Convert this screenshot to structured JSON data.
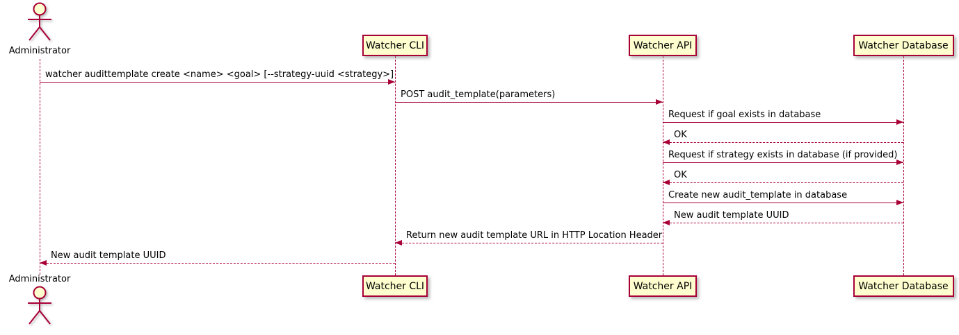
{
  "diagram": {
    "type": "uml-sequence-diagram",
    "colors": {
      "participant_fill": "#FEFECE",
      "stroke": "#A80036",
      "text": "#000000",
      "background": "#FFFFFF"
    },
    "participants": [
      {
        "id": "admin",
        "label": "Administrator",
        "kind": "actor"
      },
      {
        "id": "cli",
        "label": "Watcher CLI",
        "kind": "box"
      },
      {
        "id": "api",
        "label": "Watcher API",
        "kind": "box"
      },
      {
        "id": "db",
        "label": "Watcher Database",
        "kind": "box"
      }
    ],
    "messages": [
      {
        "from": "admin",
        "to": "cli",
        "style": "solid",
        "text": "watcher audittemplate create <name> <goal> [--strategy-uuid <strategy>]"
      },
      {
        "from": "cli",
        "to": "api",
        "style": "solid",
        "text": "POST audit_template(parameters)"
      },
      {
        "from": "api",
        "to": "db",
        "style": "solid",
        "text": "Request if goal exists in database"
      },
      {
        "from": "db",
        "to": "api",
        "style": "dashed",
        "text": "OK"
      },
      {
        "from": "api",
        "to": "db",
        "style": "solid",
        "text": "Request if strategy exists in database (if provided)"
      },
      {
        "from": "db",
        "to": "api",
        "style": "dashed",
        "text": "OK"
      },
      {
        "from": "api",
        "to": "db",
        "style": "solid",
        "text": "Create new audit_template in database"
      },
      {
        "from": "db",
        "to": "api",
        "style": "dashed",
        "text": "New audit template UUID"
      },
      {
        "from": "api",
        "to": "cli",
        "style": "dashed",
        "text": "Return new audit template URL in HTTP Location Header"
      },
      {
        "from": "cli",
        "to": "admin",
        "style": "dashed",
        "text": "New audit template UUID"
      }
    ]
  }
}
